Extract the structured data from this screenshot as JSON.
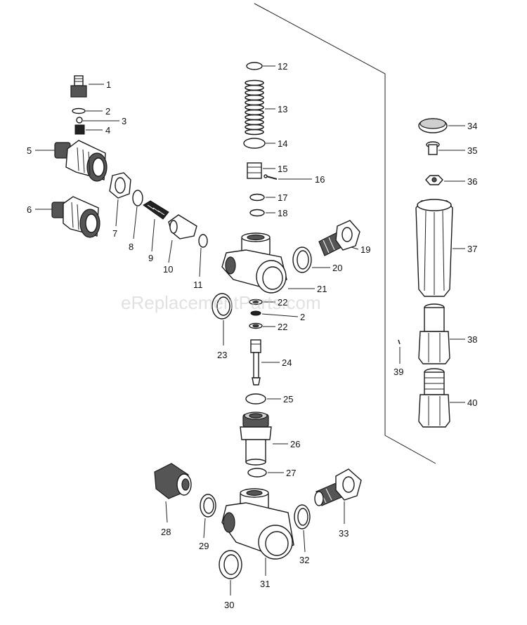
{
  "watermark": "eReplacementParts.com",
  "labels": {
    "p1": "1",
    "p2": "2",
    "p3": "3",
    "p4": "4",
    "p5": "5",
    "p6": "6",
    "p7": "7",
    "p8": "8",
    "p9": "9",
    "p10": "10",
    "p11": "11",
    "p12": "12",
    "p13": "13",
    "p14": "14",
    "p15": "15",
    "p16": "16",
    "p17": "17",
    "p18": "18",
    "p19": "19",
    "p20": "20",
    "p21": "21",
    "p22a": "22",
    "p2b": "2",
    "p22b": "22",
    "p23": "23",
    "p24": "24",
    "p25": "25",
    "p26": "26",
    "p27": "27",
    "p28": "28",
    "p29": "29",
    "p30": "30",
    "p31": "31",
    "p32": "32",
    "p33": "33",
    "p34": "34",
    "p35": "35",
    "p36": "36",
    "p37": "37",
    "p38": "38",
    "p39": "39",
    "p40": "40"
  }
}
